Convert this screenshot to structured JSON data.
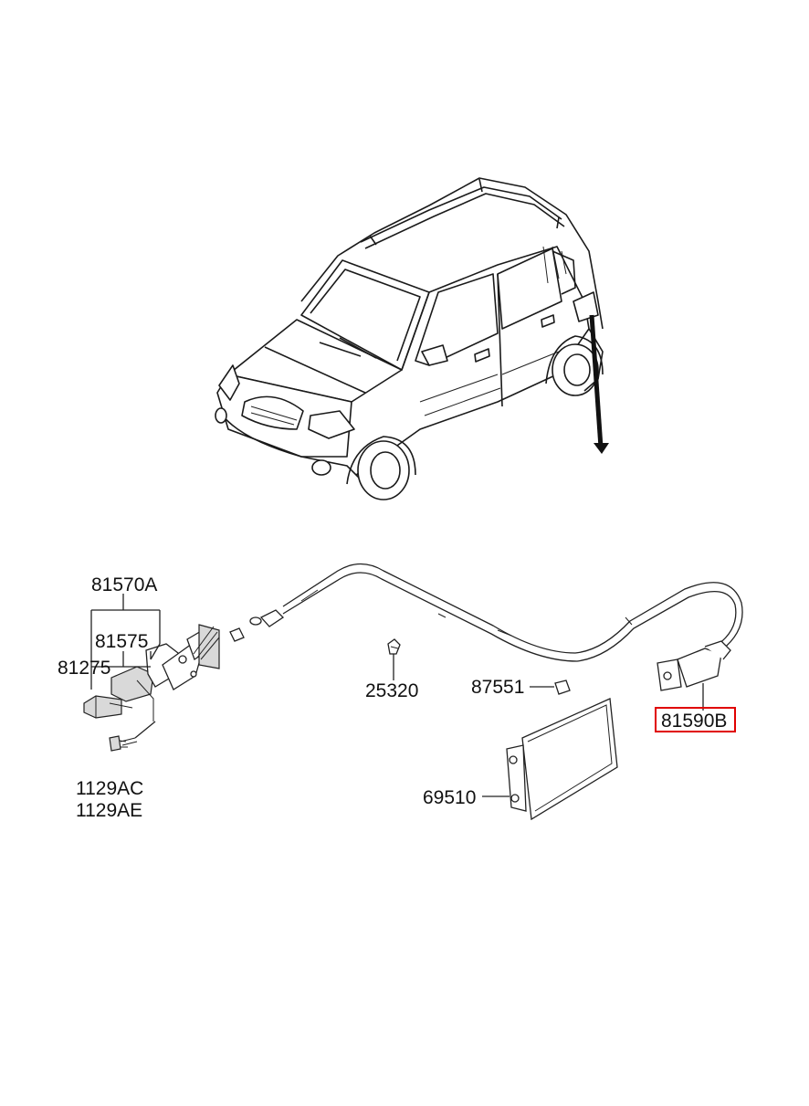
{
  "parts": {
    "p81570A": "81570A",
    "p81575": "81575",
    "p81275": "81275",
    "p1129AC": "1129AC",
    "p1129AE": "1129AE",
    "p25320": "25320",
    "p87551": "87551",
    "p69510": "69510",
    "p81590B": "81590B"
  },
  "highlighted_part": "81590B",
  "colors": {
    "highlight": "#e00000",
    "linework": "#1a1a1a",
    "background": "#ffffff"
  },
  "icons": {
    "vehicle": "vehicle-outline-icon",
    "locator_arrow": "down-arrow-icon"
  }
}
